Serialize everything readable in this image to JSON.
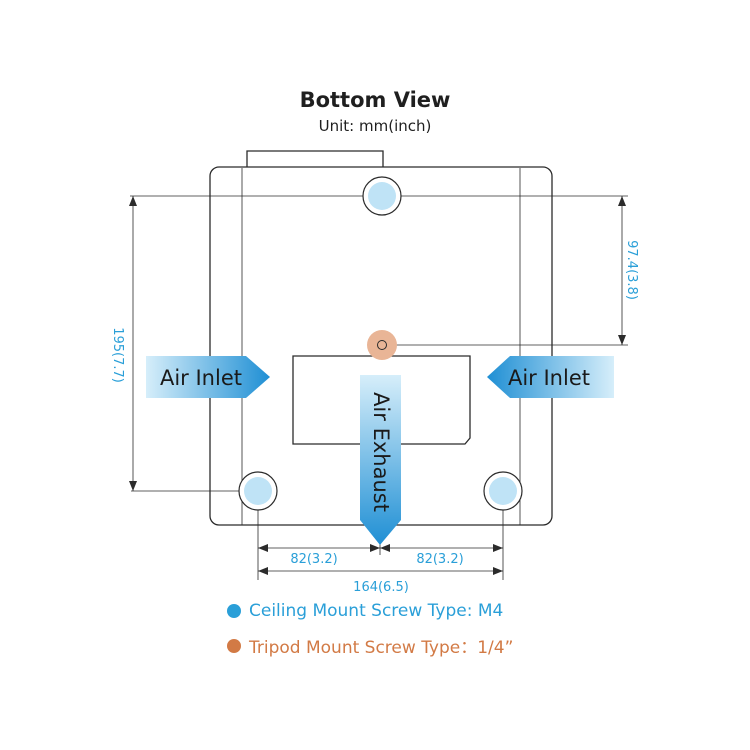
{
  "title": "Bottom View",
  "subtitle": "Unit: mm(inch)",
  "labels": {
    "air_inlet_left": "Air Inlet",
    "air_inlet_right": "Air Inlet",
    "air_exhaust": "Air Exhaust"
  },
  "dimensions": {
    "height_total": "195(7.7)",
    "tripod_offset": "97.4(3.8)",
    "left_half": "82(3.2)",
    "right_half": "82(3.2)",
    "width_total": "164(6.5)"
  },
  "legend": {
    "ceiling": "Ceiling Mount Screw Type: M4",
    "tripod": "Tripod Mount Screw Type：1/4”"
  },
  "colors": {
    "outline": "#2b2b2b",
    "dimension": "#2a9fd8",
    "arrow_dark": "#1f8fd4",
    "arrow_light": "#d6eefa",
    "screw_fill": "#bfe3f6",
    "tripod_fill": "#e9b596",
    "tripod_color": "#d27a45"
  }
}
